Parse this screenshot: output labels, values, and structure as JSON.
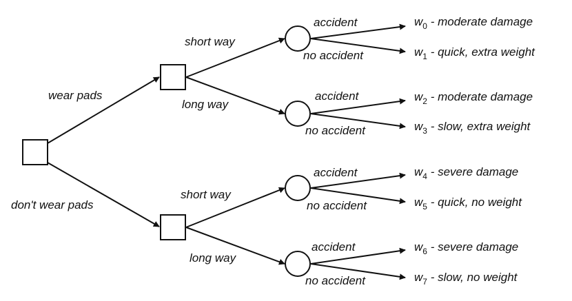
{
  "decision_edges": {
    "root_upper": "wear pads",
    "root_lower": "don't wear pads",
    "d1_upper": "short way",
    "d1_lower": "long way",
    "d2_upper": "short way",
    "d2_lower": "long way"
  },
  "chance_edges": {
    "c1_upper": "accident",
    "c1_lower": "no accident",
    "c2_upper": "accident",
    "c2_lower": "no accident",
    "c3_upper": "accident",
    "c3_lower": "no accident",
    "c4_upper": "accident",
    "c4_lower": "no accident"
  },
  "outcomes": [
    {
      "var": "w",
      "sub": "0",
      "text": " - moderate damage"
    },
    {
      "var": "w",
      "sub": "1",
      "text": " - quick, extra weight"
    },
    {
      "var": "w",
      "sub": "2",
      "text": " - moderate damage"
    },
    {
      "var": "w",
      "sub": "3",
      "text": " - slow, extra weight"
    },
    {
      "var": "w",
      "sub": "4",
      "text": " - severe damage"
    },
    {
      "var": "w",
      "sub": "5",
      "text": " - quick, no weight"
    },
    {
      "var": "w",
      "sub": "6",
      "text": " - severe damage"
    },
    {
      "var": "w",
      "sub": "7",
      "text": " - slow, no weight"
    }
  ]
}
